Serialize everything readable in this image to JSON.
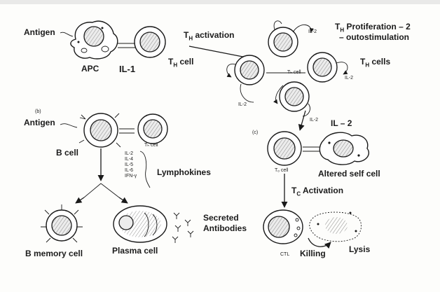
{
  "panel_a": {
    "antigen": "Antigen",
    "apc": "APC",
    "il1": "IL-1",
    "th_cell_main": "T",
    "th_cell_sub": "H",
    "th_cell_suffix": " cell",
    "th_activation_main": "T",
    "th_activation_sub": "H",
    "th_activation_suffix": " activation",
    "th_prolif_main": "T",
    "th_prolif_sub": "H",
    "th_prolif_line1": "Protiferation – 2",
    "th_prolif_line2": "– outostimulation",
    "th_cells_main": "T",
    "th_cells_sub": "H",
    "th_cells_suffix": " cells",
    "il2": "IL – 2"
  },
  "panel_b": {
    "marker": "(b)",
    "antigen": "Antigen",
    "b_cell": "B cell",
    "lymphokines": "Lymphokines",
    "b_memory_cell": "B memory cell",
    "plasma_cell": "Plasma cell",
    "secreted": "Secreted",
    "antibodies": "Antibodies"
  },
  "panel_c": {
    "marker": "(c)",
    "altered_self_cell": "Altered self cell",
    "tc_activation_main": "T",
    "tc_activation_sub": "C",
    "tc_activation_suffix": " Activation",
    "killing": "Killing",
    "lysis": "Lysis",
    "ctl": "CTL"
  },
  "tiny_labels": {
    "il_a": "IL-2",
    "il_b": "IL-2",
    "th_cell_small": "Tₕ cell",
    "il_c": "IL-2",
    "il_d": "IL-2",
    "il_e": "IL-2",
    "lymphokine_list": [
      "IL-2",
      "IL-4",
      "IL-5",
      "IL-6",
      "IFN-γ"
    ],
    "tc_cell_small": "Tₒ cell",
    "th_cell_b": "Tₕ cell"
  },
  "colors": {
    "ink": "#1b1b1b",
    "paper": "#fdfdfb",
    "nucleus_fill": "#ececec"
  }
}
